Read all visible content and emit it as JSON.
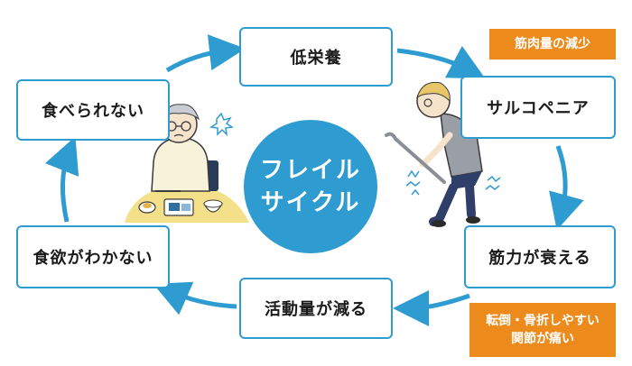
{
  "center": {
    "line1": "フレイル",
    "line2": "サイクル"
  },
  "nodes": {
    "low_nutrition": "低栄養",
    "sarcopenia": "サルコペニア",
    "muscle_weak": "筋力が衰える",
    "less_activity": "活動量が減る",
    "no_appetite": "食欲がわかない",
    "cannot_eat": "食べられない"
  },
  "callouts": {
    "muscle_loss": "筋肉量の減少",
    "fall_line1": "転倒・骨折しやすい",
    "fall_line2": "関節が痛い"
  },
  "colors": {
    "accent": "#2e9bd1",
    "callout": "#ed8a1c"
  },
  "icons": [
    "elderly-eating-illustration",
    "elderly-cane-illustration"
  ]
}
